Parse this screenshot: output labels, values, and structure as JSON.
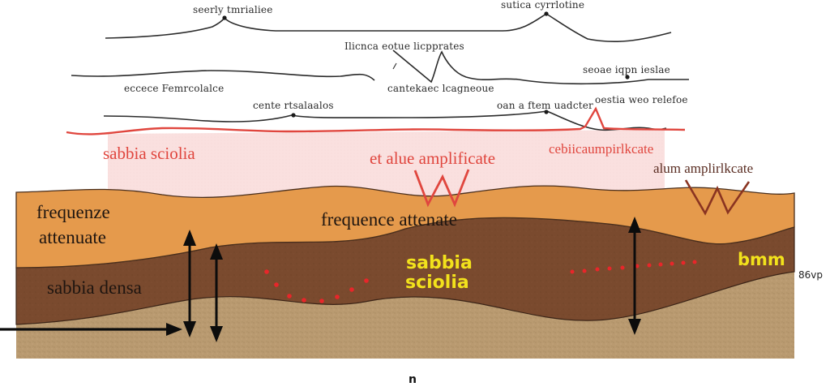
{
  "diagram": {
    "wave_labels": {
      "top_left": "seerly tmrialiee",
      "top_right": "sutica cyrrlotine",
      "mid_center": "Ilicnca eotue licpprates",
      "mid_left": "eccece Femrcolalce",
      "mid_center_low": "cantekaec lcagneoue",
      "mid_right": "seoae iqpn ieslae",
      "lower_center": "cente rtsalaalos",
      "lower_right_a": "oan a ftem uadcter",
      "lower_right_b": "oestia weo relefoe"
    },
    "zone_labels": {
      "loose_sand_top": "sabbia sciolia",
      "amplified_center": "et alue amplificate",
      "amplified_right": "cebiicaumpirlkcate",
      "amplified_far_right": "alum amplirlkcate"
    },
    "layer_labels": {
      "attenuated_left_line1": "frequenze",
      "attenuated_left_line2": "attenuate",
      "attenuated_center": "frequence attenate",
      "loose_sand_line1": "sabbia",
      "loose_sand_line2": "sciolia",
      "dense_sand": "sabbia densa",
      "right_layer": "bmm",
      "side_note": "86vp"
    },
    "footer_label": "n",
    "colors": {
      "wave_line": "#2b2b2b",
      "red_line": "#e0463e",
      "pink_band": "#f9dada",
      "orange_layer": "#e59a4c",
      "brown_layer": "#7a4a2e",
      "sand_layer": "#b99a70",
      "yellow_text": "#f2e21c",
      "red_dots": "#e8262a",
      "arrows": "#0c0c0c",
      "dark_red_w": "#8a3421"
    }
  }
}
